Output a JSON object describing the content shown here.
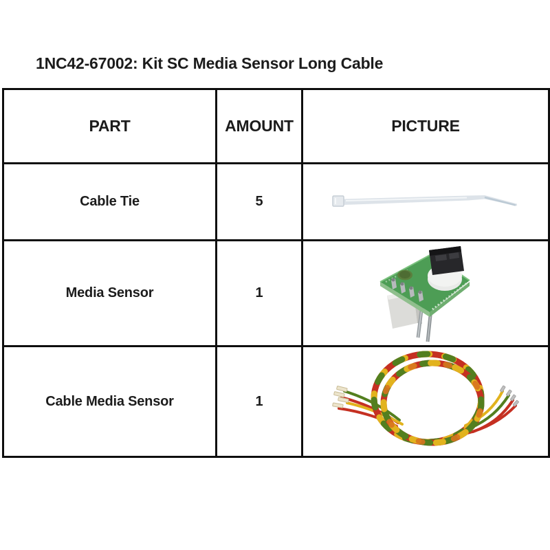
{
  "page": {
    "background": "#ffffff",
    "text_color": "#1c1c1c",
    "border_color": "#0e0e0e"
  },
  "title": "1NC42-67002: Kit SC Media Sensor Long Cable",
  "table": {
    "headers": {
      "part": "PART",
      "amount": "AMOUNT",
      "picture": "PICTURE"
    },
    "rows": [
      {
        "part": "Cable Tie",
        "amount": "5",
        "picture_icon": "cable-tie-image"
      },
      {
        "part": "Media Sensor",
        "amount": "1",
        "picture_icon": "media-sensor-image"
      },
      {
        "part": "Cable Media Sensor",
        "amount": "1",
        "picture_icon": "cable-media-sensor-image"
      }
    ]
  },
  "images": {
    "cable_tie": {
      "name": "cable-tie-image",
      "body_color": "#dde3e9",
      "tip_color": "#b6c5d1",
      "head_color": "#e6eaee"
    },
    "media_sensor": {
      "name": "media-sensor-image",
      "pcb_color": "#4d9d55",
      "component_color": "#27272a",
      "base_color": "#e9eae8",
      "pin_color": "#b7babd"
    },
    "cable_media_sensor": {
      "name": "cable-media-sensor-image",
      "wire_colors": [
        "#c53022",
        "#e2b31e",
        "#537f1f",
        "#d8731e"
      ],
      "connector_color": "#ece4cb"
    }
  }
}
